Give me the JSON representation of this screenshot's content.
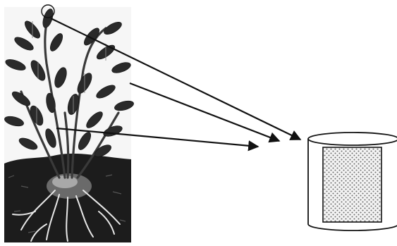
{
  "colors": {
    "ink": "#111111",
    "soil": "#1c1c1c",
    "leaf": "#2a2a2a",
    "leaf_light": "#8a8a8a",
    "stem": "#3a3a3a",
    "root": "#e8e8e8",
    "paper": "#ffffff",
    "dot": "#6e6e6e",
    "dot_field": "#f4f4f4"
  },
  "diagram": {
    "plant": {
      "kind": "leafy-plant-with-roots",
      "source": "engraving"
    },
    "container": {
      "kind": "cylinder",
      "contents": "dotted-rectangular-sample"
    },
    "arrows": [
      {
        "from": "top-leaf",
        "to": "container-top"
      },
      {
        "from": "mid-foliage",
        "to": "container-side"
      },
      {
        "from": "stem",
        "to": "container-side-lower"
      }
    ]
  }
}
